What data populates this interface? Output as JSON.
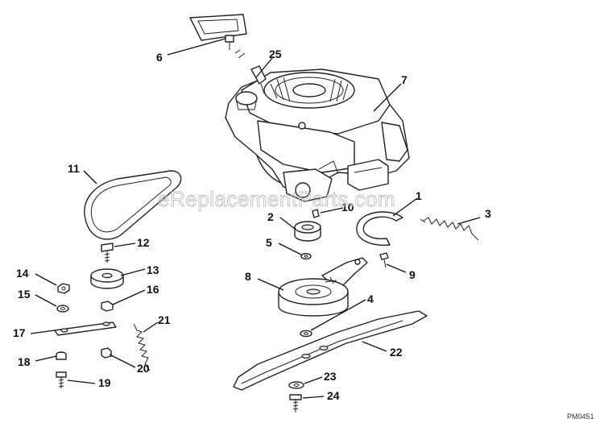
{
  "watermark": "eReplacementParts.com",
  "figure_code": "PM0451",
  "callouts": [
    "1",
    "2",
    "3",
    "4",
    "5",
    "6",
    "7",
    "8",
    "9",
    "10",
    "11",
    "12",
    "13",
    "14",
    "15",
    "16",
    "17",
    "18",
    "19",
    "20",
    "21",
    "22",
    "23",
    "24",
    "25"
  ]
}
